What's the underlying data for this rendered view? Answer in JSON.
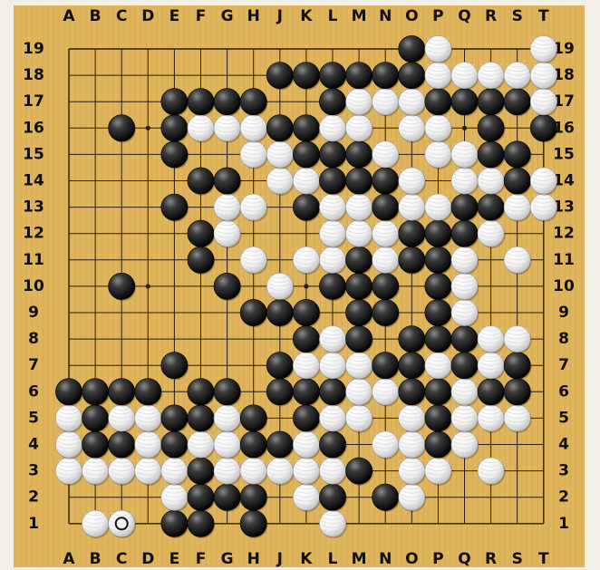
{
  "board": {
    "size": 19,
    "colors": {
      "wood": "#deb35a",
      "wood_dark": "#c99a3e",
      "line": "#2a1d0c",
      "label": "#101010"
    },
    "column_labels": [
      "A",
      "B",
      "C",
      "D",
      "E",
      "F",
      "G",
      "H",
      "J",
      "K",
      "L",
      "M",
      "N",
      "O",
      "P",
      "Q",
      "R",
      "S",
      "T"
    ],
    "row_labels": [
      "19",
      "18",
      "17",
      "16",
      "15",
      "14",
      "13",
      "12",
      "11",
      "10",
      "9",
      "8",
      "7",
      "6",
      "5",
      "4",
      "3",
      "2",
      "1"
    ],
    "star_points": [
      "D16",
      "K16",
      "Q16",
      "D10",
      "K10",
      "Q10",
      "D4",
      "K4",
      "Q4"
    ],
    "last_move": "C1",
    "stones": {
      "19": {
        "O": "b",
        "P": "w",
        "T": "w"
      },
      "18": {
        "J": "b",
        "K": "b",
        "L": "b",
        "M": "b",
        "N": "b",
        "O": "b",
        "P": "w",
        "Q": "w",
        "R": "w",
        "S": "w",
        "T": "w"
      },
      "17": {
        "E": "b",
        "F": "b",
        "G": "b",
        "H": "b",
        "L": "b",
        "M": "w",
        "N": "w",
        "O": "w",
        "P": "b",
        "Q": "b",
        "R": "b",
        "S": "b",
        "T": "w"
      },
      "16": {
        "C": "b",
        "E": "b",
        "F": "w",
        "G": "w",
        "H": "w",
        "J": "b",
        "K": "b",
        "L": "w",
        "M": "w",
        "O": "w",
        "P": "w",
        "R": "b",
        "T": "b"
      },
      "15": {
        "E": "b",
        "H": "w",
        "J": "w",
        "K": "b",
        "L": "b",
        "M": "b",
        "N": "w",
        "P": "w",
        "Q": "w",
        "R": "b",
        "S": "b"
      },
      "14": {
        "F": "b",
        "G": "b",
        "J": "w",
        "K": "w",
        "L": "b",
        "M": "b",
        "N": "b",
        "O": "w",
        "Q": "w",
        "R": "w",
        "S": "b",
        "T": "w"
      },
      "13": {
        "E": "b",
        "G": "w",
        "H": "w",
        "K": "b",
        "L": "w",
        "M": "w",
        "N": "b",
        "O": "w",
        "P": "w",
        "Q": "b",
        "R": "b",
        "S": "w",
        "T": "w"
      },
      "12": {
        "F": "b",
        "G": "w",
        "L": "w",
        "M": "w",
        "N": "w",
        "O": "b",
        "P": "b",
        "Q": "b",
        "R": "w"
      },
      "11": {
        "F": "b",
        "H": "w",
        "K": "w",
        "L": "w",
        "M": "b",
        "N": "w",
        "O": "b",
        "P": "b",
        "Q": "w",
        "S": "w"
      },
      "10": {
        "C": "b",
        "G": "b",
        "J": "w",
        "L": "b",
        "M": "b",
        "N": "b",
        "P": "b",
        "Q": "w"
      },
      "9": {
        "H": "b",
        "J": "b",
        "K": "b",
        "M": "b",
        "N": "b",
        "P": "b",
        "Q": "w"
      },
      "8": {
        "K": "b",
        "L": "w",
        "M": "b",
        "O": "b",
        "P": "b",
        "Q": "b",
        "R": "w",
        "S": "w"
      },
      "7": {
        "E": "b",
        "J": "b",
        "K": "w",
        "L": "w",
        "M": "w",
        "N": "b",
        "O": "b",
        "P": "w",
        "Q": "b",
        "R": "w",
        "S": "b"
      },
      "6": {
        "A": "b",
        "B": "b",
        "C": "b",
        "D": "b",
        "F": "b",
        "G": "b",
        "J": "b",
        "K": "b",
        "L": "b",
        "M": "w",
        "N": "w",
        "O": "b",
        "P": "b",
        "Q": "w",
        "R": "b",
        "S": "b"
      },
      "5": {
        "A": "w",
        "B": "b",
        "C": "w",
        "D": "w",
        "E": "b",
        "F": "b",
        "G": "w",
        "H": "b",
        "K": "b",
        "L": "w",
        "M": "w",
        "O": "w",
        "P": "b",
        "Q": "w",
        "R": "w",
        "S": "w"
      },
      "4": {
        "A": "w",
        "B": "b",
        "C": "b",
        "D": "w",
        "E": "b",
        "F": "w",
        "G": "w",
        "H": "b",
        "J": "b",
        "K": "w",
        "L": "b",
        "N": "w",
        "O": "w",
        "P": "b",
        "Q": "w"
      },
      "3": {
        "A": "w",
        "B": "w",
        "C": "w",
        "D": "w",
        "E": "w",
        "F": "b",
        "G": "w",
        "H": "w",
        "J": "w",
        "K": "w",
        "L": "w",
        "M": "b",
        "O": "w",
        "P": "w",
        "R": "w"
      },
      "2": {
        "E": "w",
        "F": "b",
        "G": "b",
        "H": "b",
        "K": "w",
        "L": "b",
        "N": "b",
        "O": "w"
      },
      "1": {
        "B": "w",
        "C": "w",
        "E": "b",
        "F": "b",
        "H": "b",
        "L": "w"
      }
    }
  }
}
